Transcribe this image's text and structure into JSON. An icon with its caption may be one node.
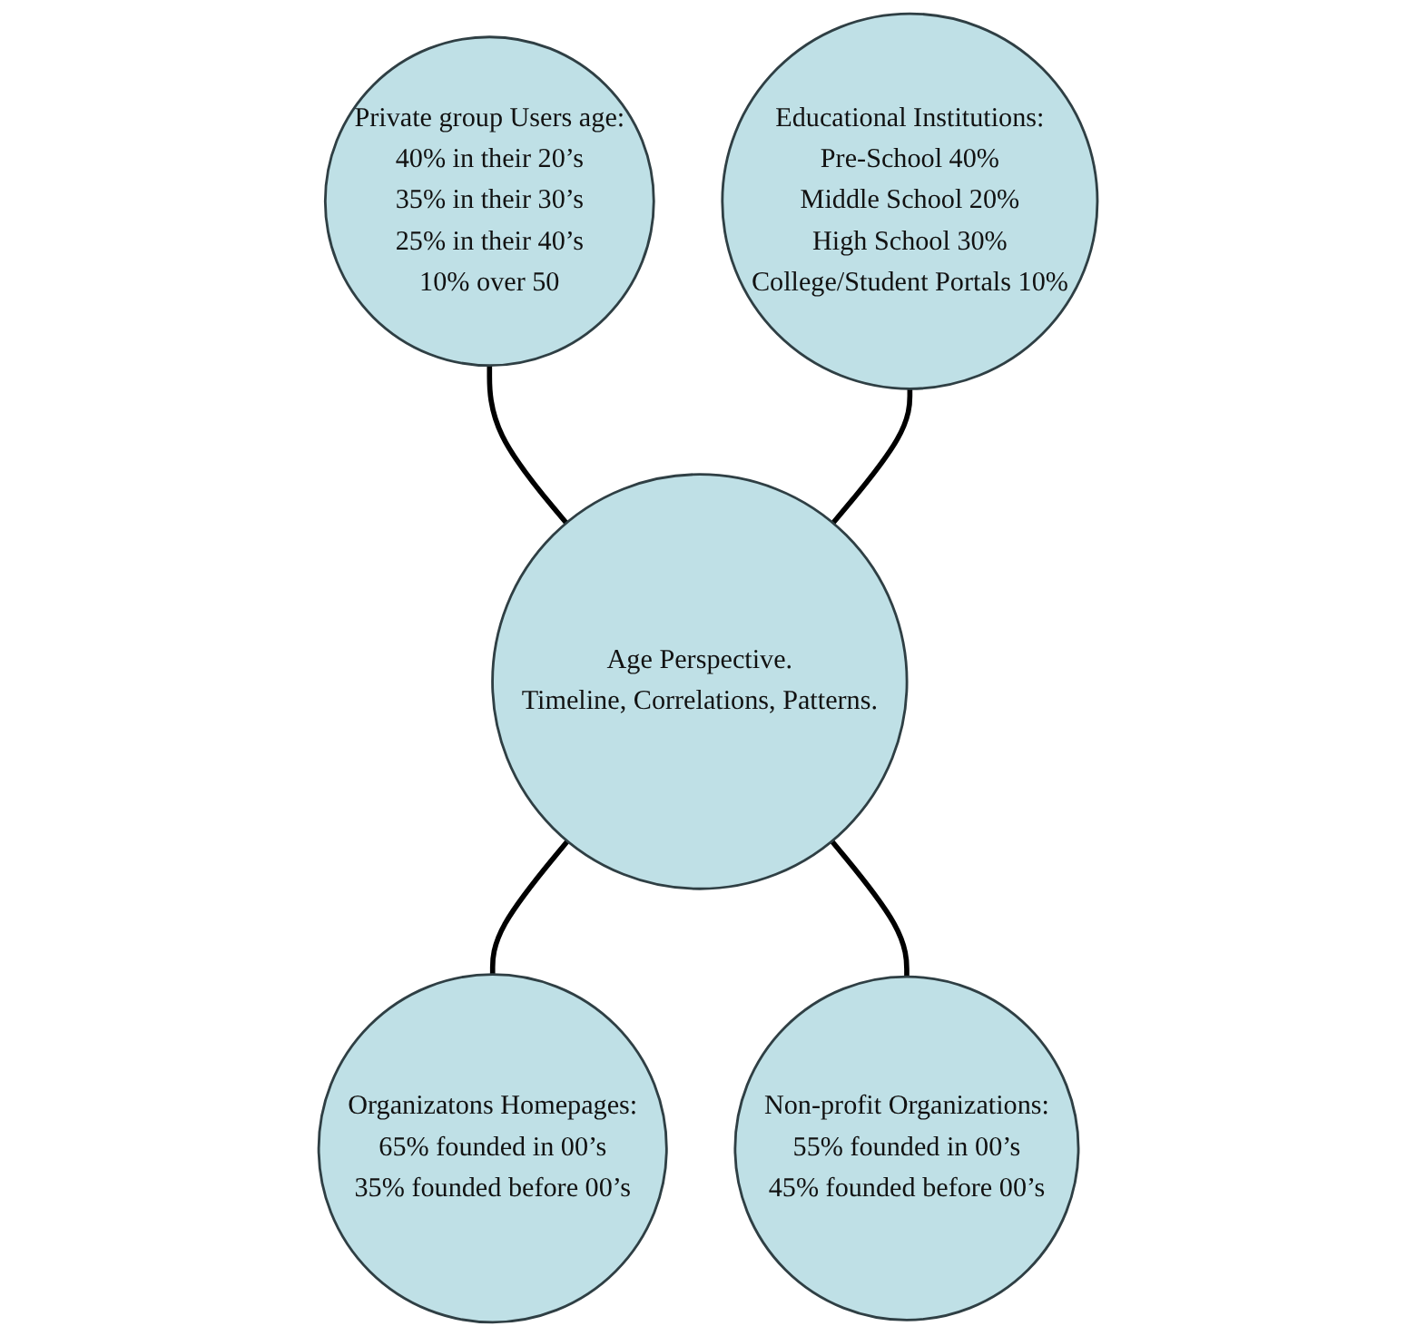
{
  "diagram": {
    "nodes": [
      {
        "text": [
          "Private group Users age:",
          "40% in their 20’s",
          "35% in their 30’s",
          "25% in their 40’s",
          "10% over 50"
        ]
      },
      {
        "text": [
          "Educational Institutions:",
          "Pre-School 40%",
          "Middle School 20%",
          "High School 30%",
          "College/Student Portals 10%"
        ]
      },
      {
        "text": [
          "Age Perspective.",
          "Timeline, Correlations, Patterns."
        ]
      },
      {
        "text": [
          "Organizatons Homepages:",
          "65% founded in 00’s",
          "35% founded before 00’s"
        ]
      },
      {
        "text": [
          "Non-profit Organizations:",
          "55% founded in 00’s",
          "45% founded before 00’s"
        ]
      }
    ],
    "edges": [
      {
        "from": 0,
        "to": 2,
        "arrow": "none"
      },
      {
        "from": 1,
        "to": 2,
        "arrow": "none"
      },
      {
        "from": 2,
        "to": 3,
        "arrow": "none"
      },
      {
        "from": 2,
        "to": 4,
        "arrow": "none"
      }
    ]
  }
}
